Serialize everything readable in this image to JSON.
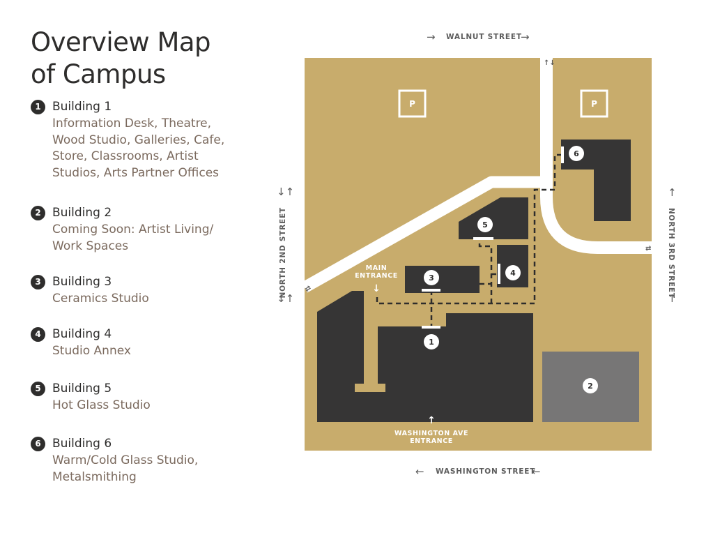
{
  "title": "Overview Map of Campus",
  "legend": [
    {
      "number": "1",
      "name": "Building 1",
      "description": "Information Desk, Theatre, Wood Studio, Galleries, Cafe, Store, Classrooms, Artist Studios, Arts Partner Offices"
    },
    {
      "number": "2",
      "name": "Building 2",
      "description": "Coming Soon: Artist Living/ Work Spaces"
    },
    {
      "number": "3",
      "name": "Building 3",
      "description": "Ceramics Studio"
    },
    {
      "number": "4",
      "name": "Building 4",
      "description": "Studio Annex"
    },
    {
      "number": "5",
      "name": "Building 5",
      "description": "Hot Glass Studio"
    },
    {
      "number": "6",
      "name": "Building 6",
      "description": "Warm/Cold Glass Studio, Metalsmithing"
    }
  ],
  "streets": {
    "north": "WALNUT STREET",
    "south": "WASHINGTON STREET",
    "west": "NORTH 2ND STREET",
    "east": "NORTH 3RD STREET"
  },
  "map": {
    "main_entrance": [
      "MAIN",
      "ENTRANCE"
    ],
    "washington_entrance": [
      "WASHINGTON AVE",
      "ENTRANCE"
    ],
    "parking_label": "P",
    "buildings": [
      "1",
      "2",
      "3",
      "4",
      "5",
      "6"
    ]
  },
  "colors": {
    "ground": "#c8ac6c",
    "building": "#363535",
    "building_future": "#777676",
    "road": "#ffffff",
    "text_dark": "#2e2d2c",
    "text_muted": "#7b6a5e"
  },
  "icons": {
    "one_way": "arrow-right-icon",
    "two_way": "two-way-arrow-icon",
    "entrance": "arrow-up-icon",
    "parking": "parking-icon"
  }
}
